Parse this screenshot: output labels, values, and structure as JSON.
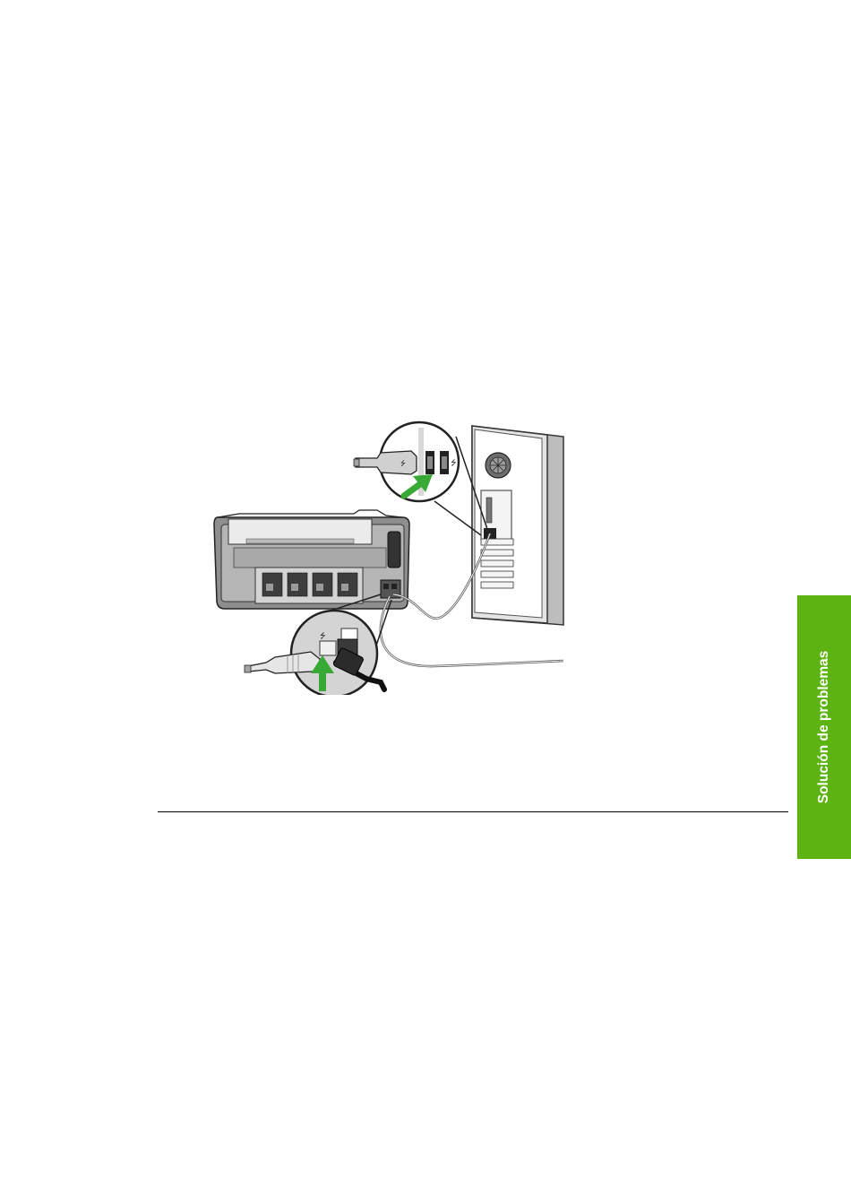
{
  "side_tab": {
    "label": "Solución de problemas",
    "color": "#5cb311"
  },
  "figure": {
    "icons": [
      "printer-back-illustration",
      "computer-tower-illustration",
      "usb-cable-icon",
      "usb-symbol-icon",
      "power-cable-icon",
      "green-arrow-icon",
      "magnifier-callout-icon"
    ],
    "arrow_color": "#39a935"
  }
}
